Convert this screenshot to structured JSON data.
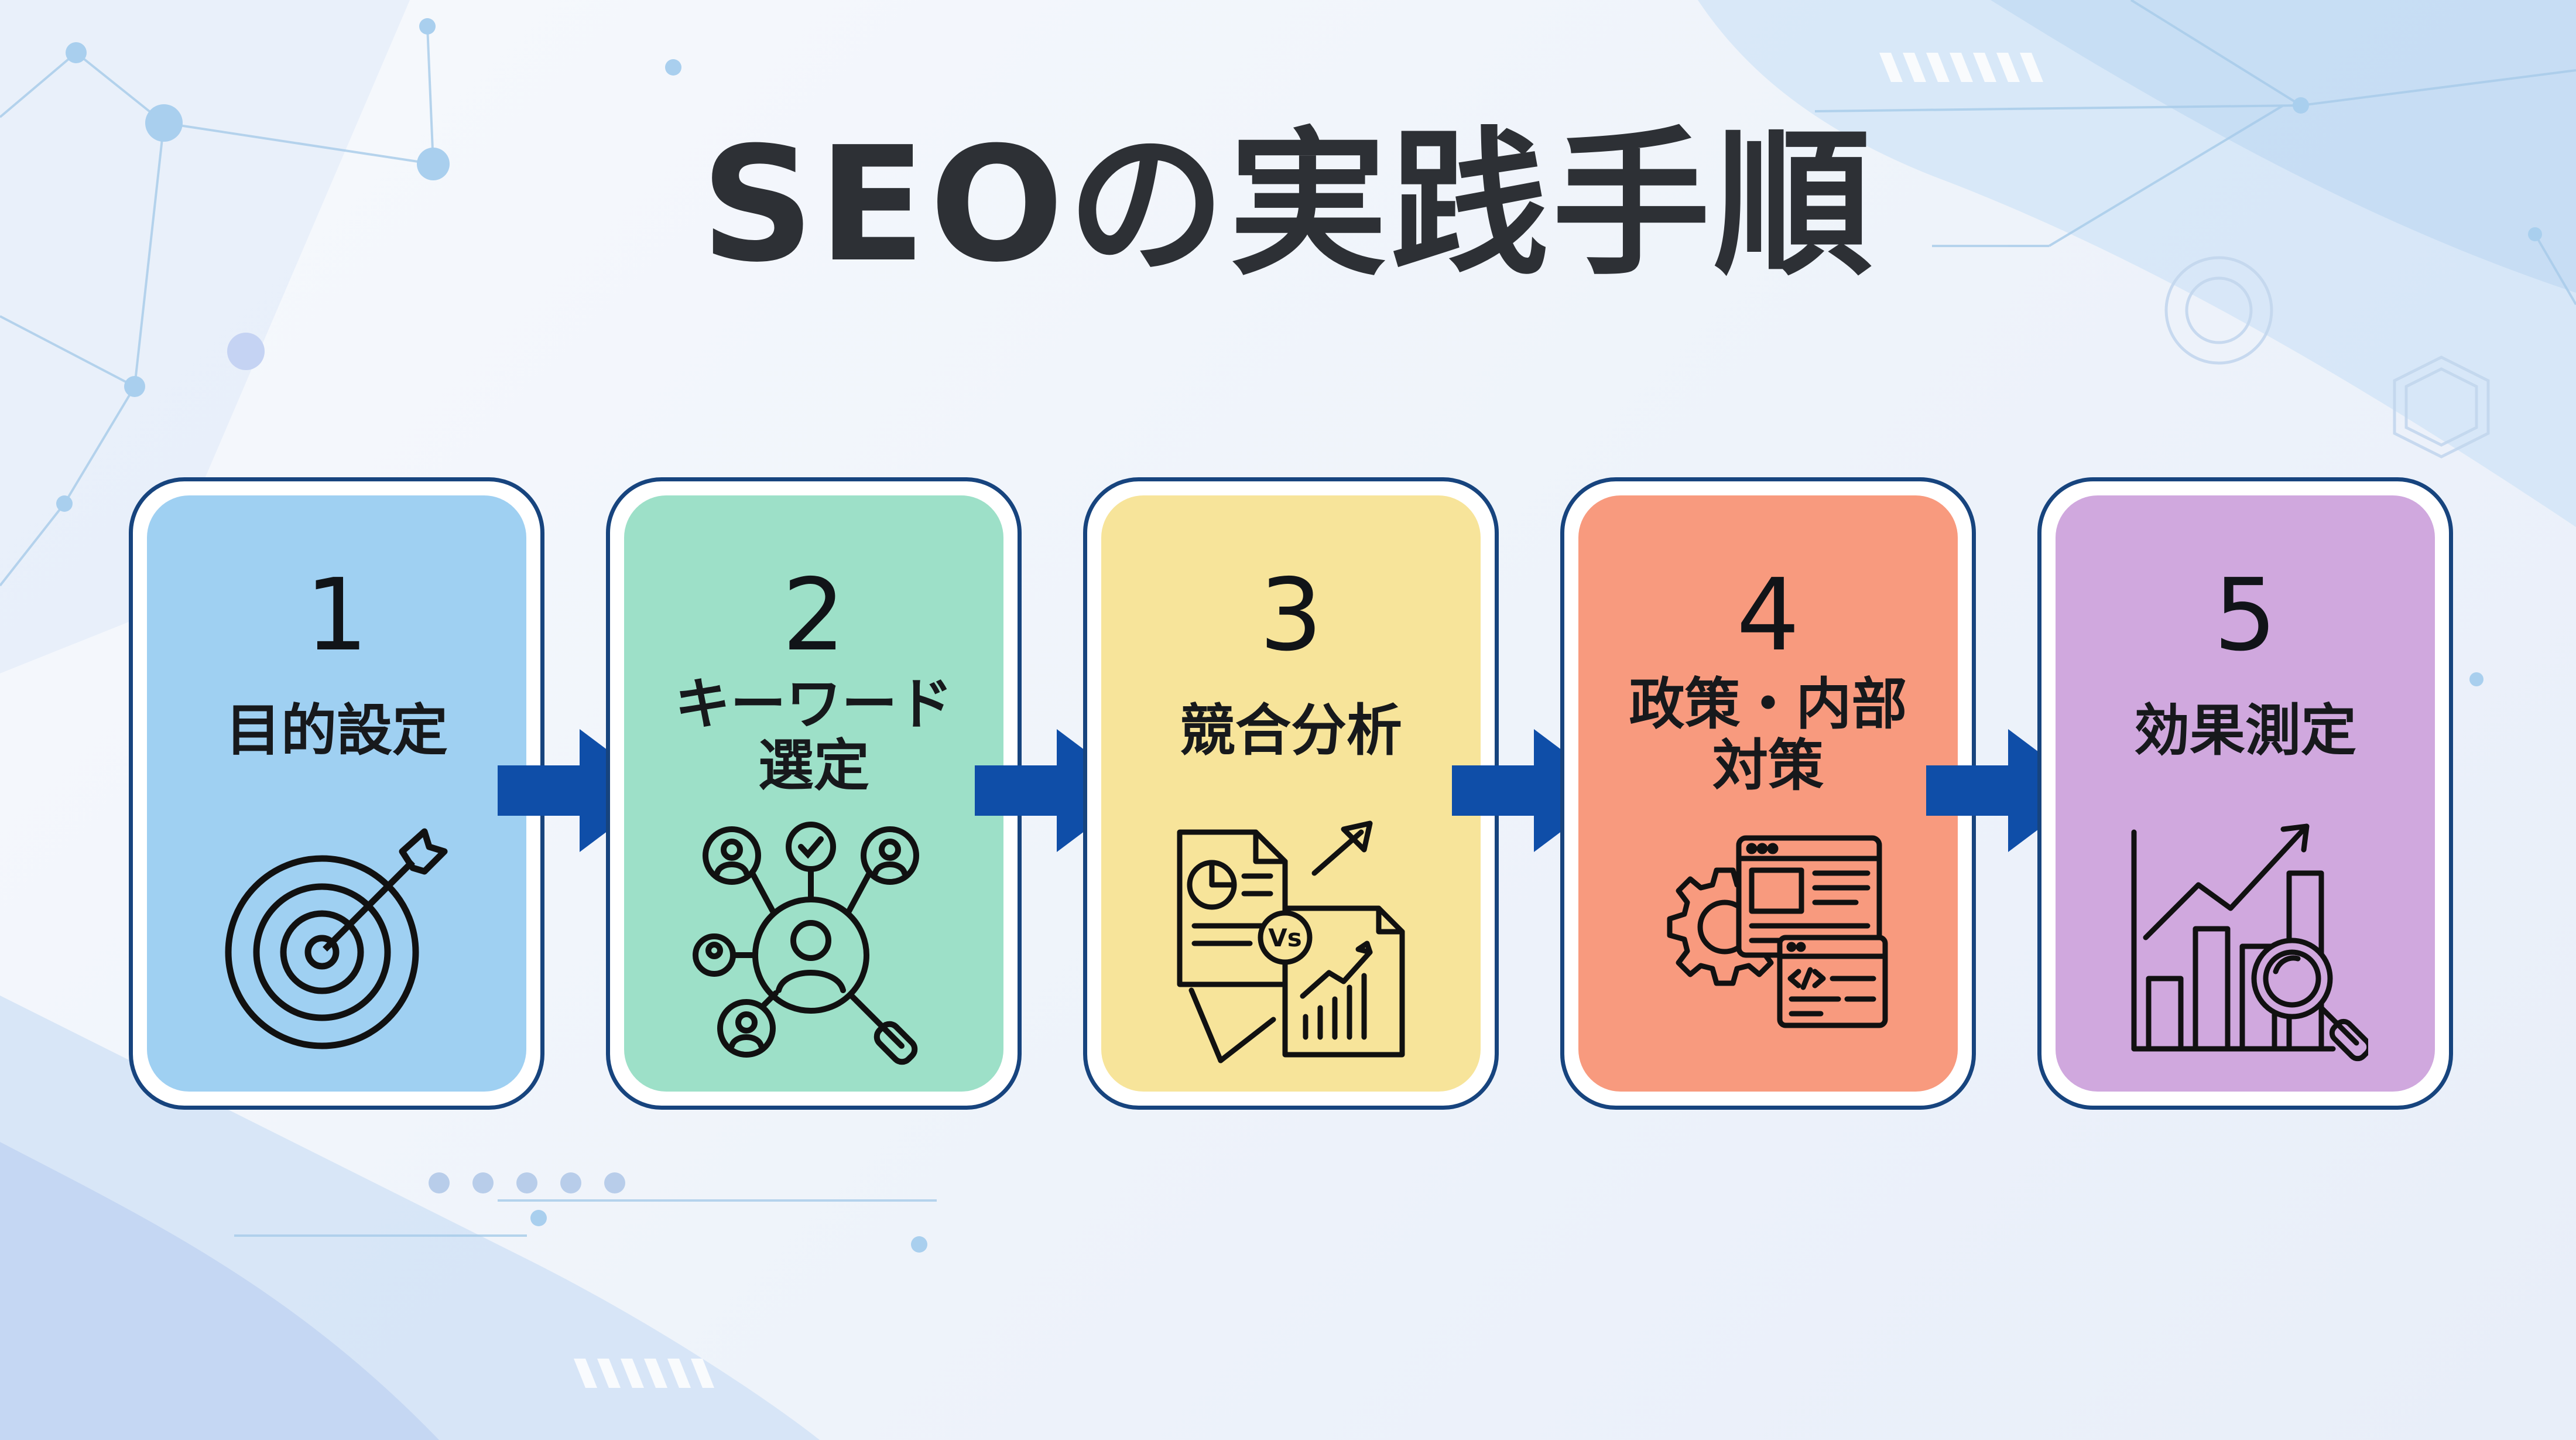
{
  "title": "SEOの実践手順",
  "colors": {
    "card_border": "#17447e",
    "arrow": "#0f4ea8",
    "step1": "#9fd0f2",
    "step2": "#9de0c8",
    "step3": "#f7e49a",
    "step4": "#f89a7e",
    "step5": "#d0a8de"
  },
  "steps": [
    {
      "number": "1",
      "label_lines": [
        "目的設定"
      ],
      "icon": "target-icon"
    },
    {
      "number": "2",
      "label_lines": [
        "キーワード",
        "選定"
      ],
      "icon": "keyword-search-icon"
    },
    {
      "number": "3",
      "label_lines": [
        "競合分析"
      ],
      "icon": "competitor-analysis-icon"
    },
    {
      "number": "4",
      "label_lines": [
        "政策・内部",
        "対策"
      ],
      "icon": "website-settings-icon"
    },
    {
      "number": "5",
      "label_lines": [
        "効果測定"
      ],
      "icon": "growth-chart-icon"
    }
  ]
}
